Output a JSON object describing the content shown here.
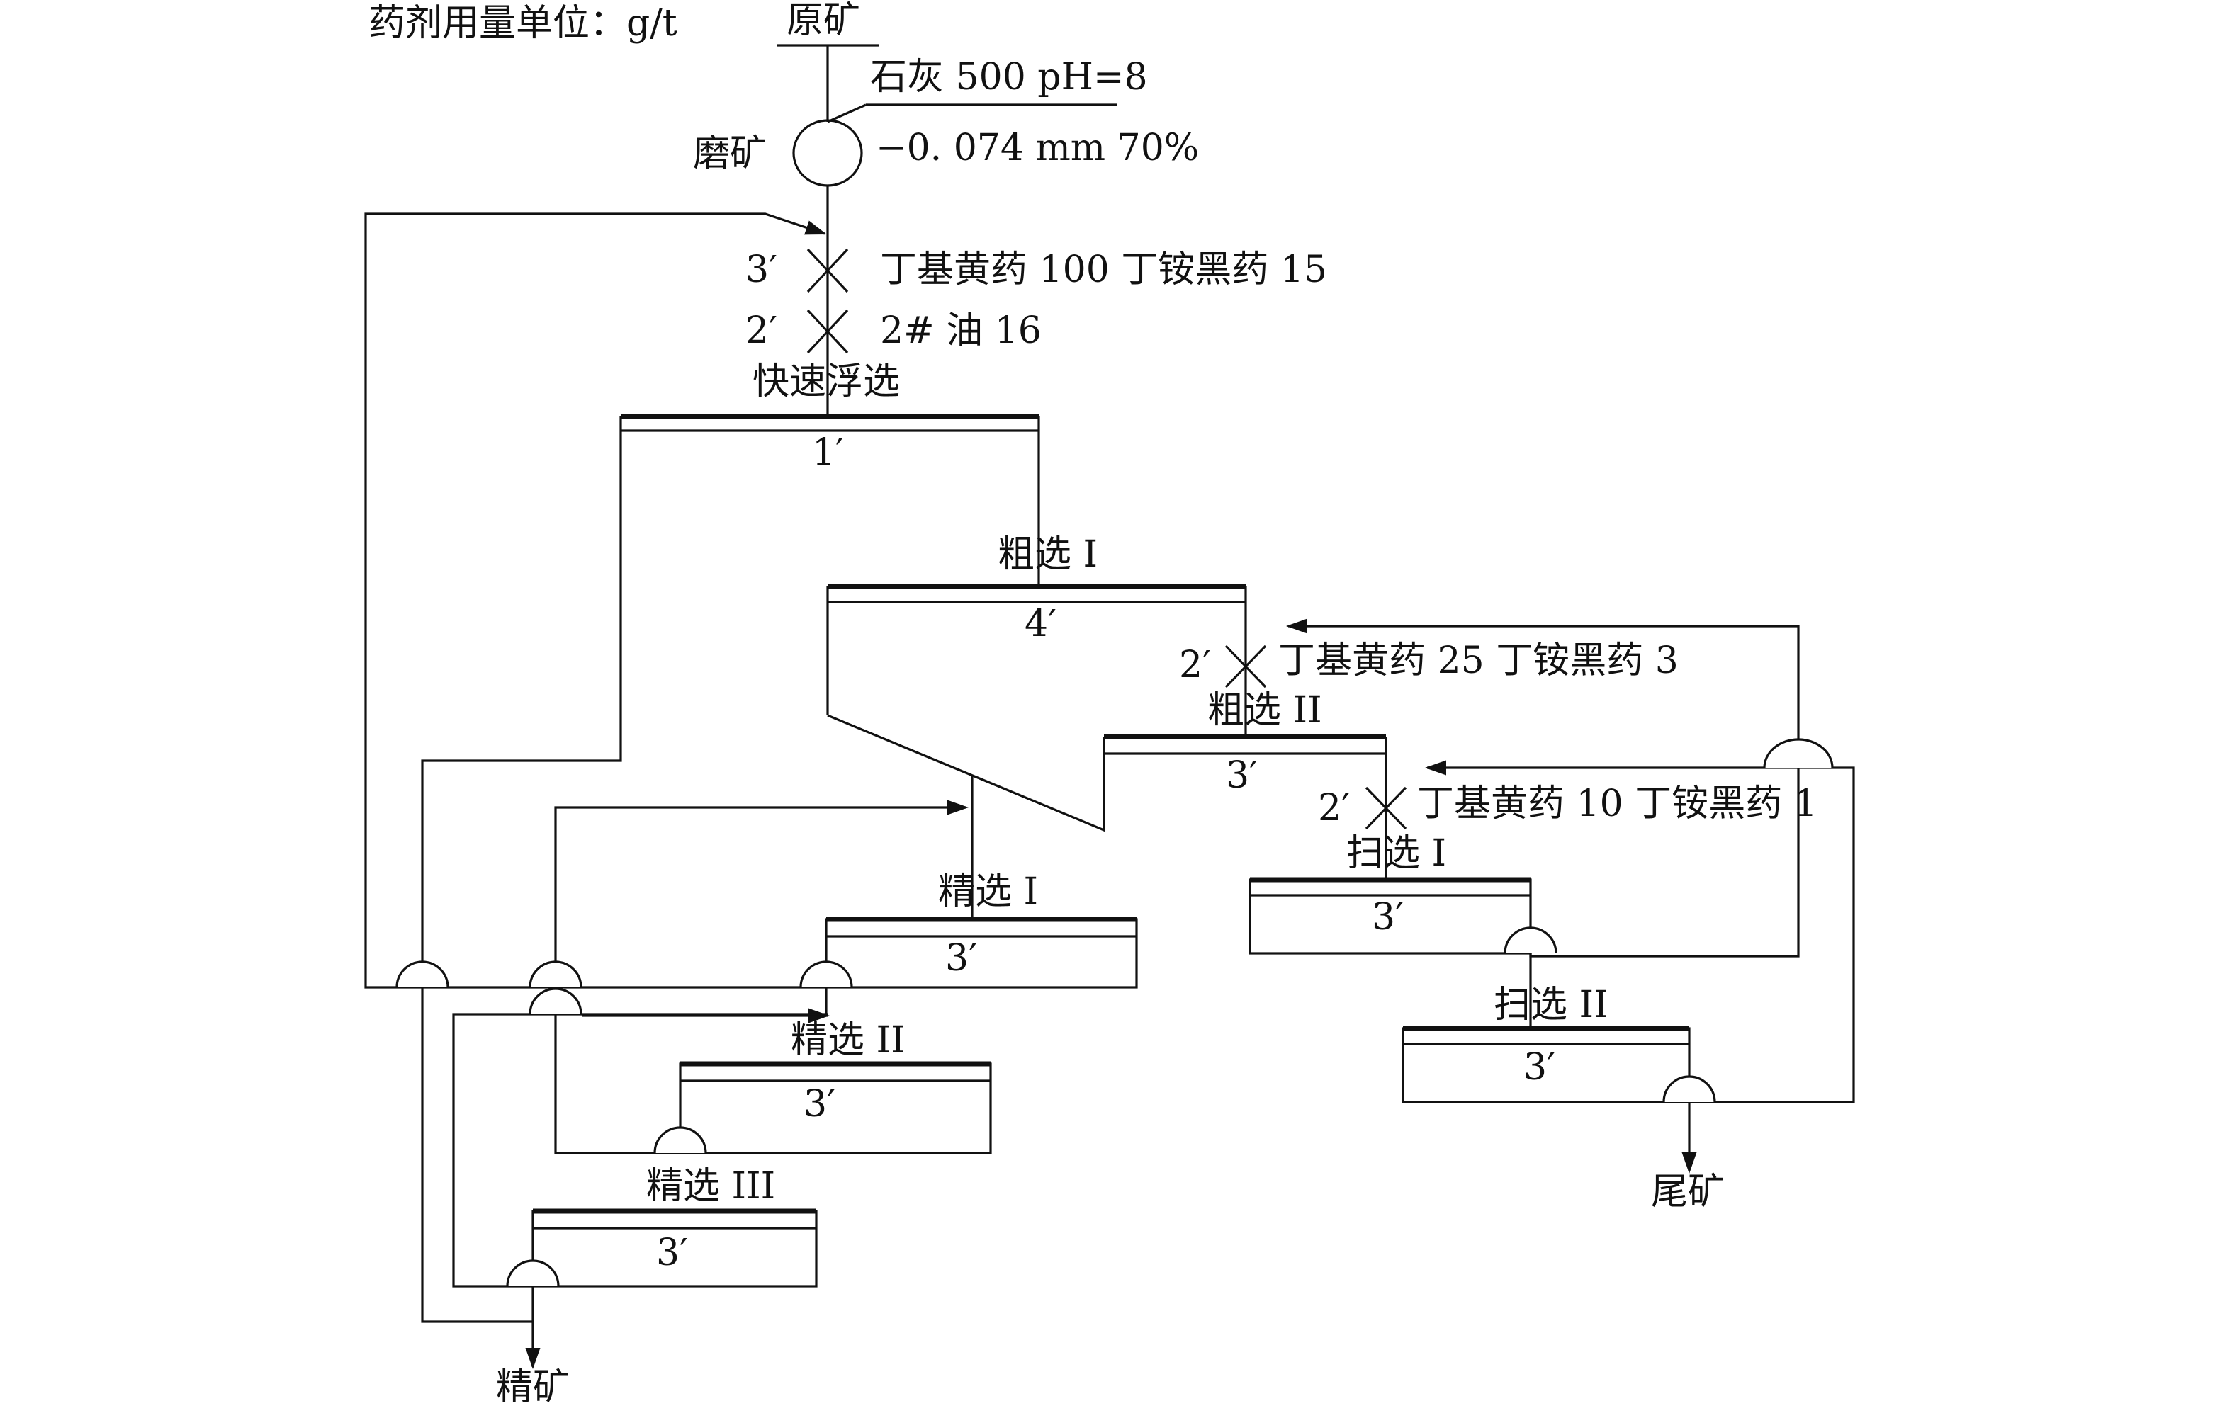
{
  "header": {
    "unit_label": "药剂用量单位：g/t"
  },
  "feed": {
    "label": "原矿"
  },
  "reagent_lime": "石灰 500 pH=8",
  "grinding": {
    "label": "磨矿",
    "fineness": "−0. 074 mm 70%"
  },
  "fast_float": {
    "label": "快速浮选",
    "time": "1′",
    "reagents": [
      {
        "time": "3′",
        "text": "丁基黄药 100 丁铵黑药 15"
      },
      {
        "time": "2′",
        "text": "2# 油 16"
      }
    ]
  },
  "rougher1": {
    "label": "粗选 I",
    "time": "4′"
  },
  "rougher2": {
    "label": "粗选 II",
    "time": "3′",
    "reagent_time": "2′",
    "reagent": "丁基黄药 25 丁铵黑药 3"
  },
  "scav1": {
    "label": "扫选 I",
    "time": "3′",
    "reagent_time": "2′",
    "reagent": "丁基黄药 10 丁铵黑药 1"
  },
  "scav2": {
    "label": "扫选 II",
    "time": "3′"
  },
  "clean1": {
    "label": "精选 I",
    "time": "3′"
  },
  "clean2": {
    "label": "精选 II",
    "time": "3′"
  },
  "clean3": {
    "label": "精选 III",
    "time": "3′"
  },
  "products": {
    "concentrate": "精矿",
    "tailings": "尾矿"
  }
}
